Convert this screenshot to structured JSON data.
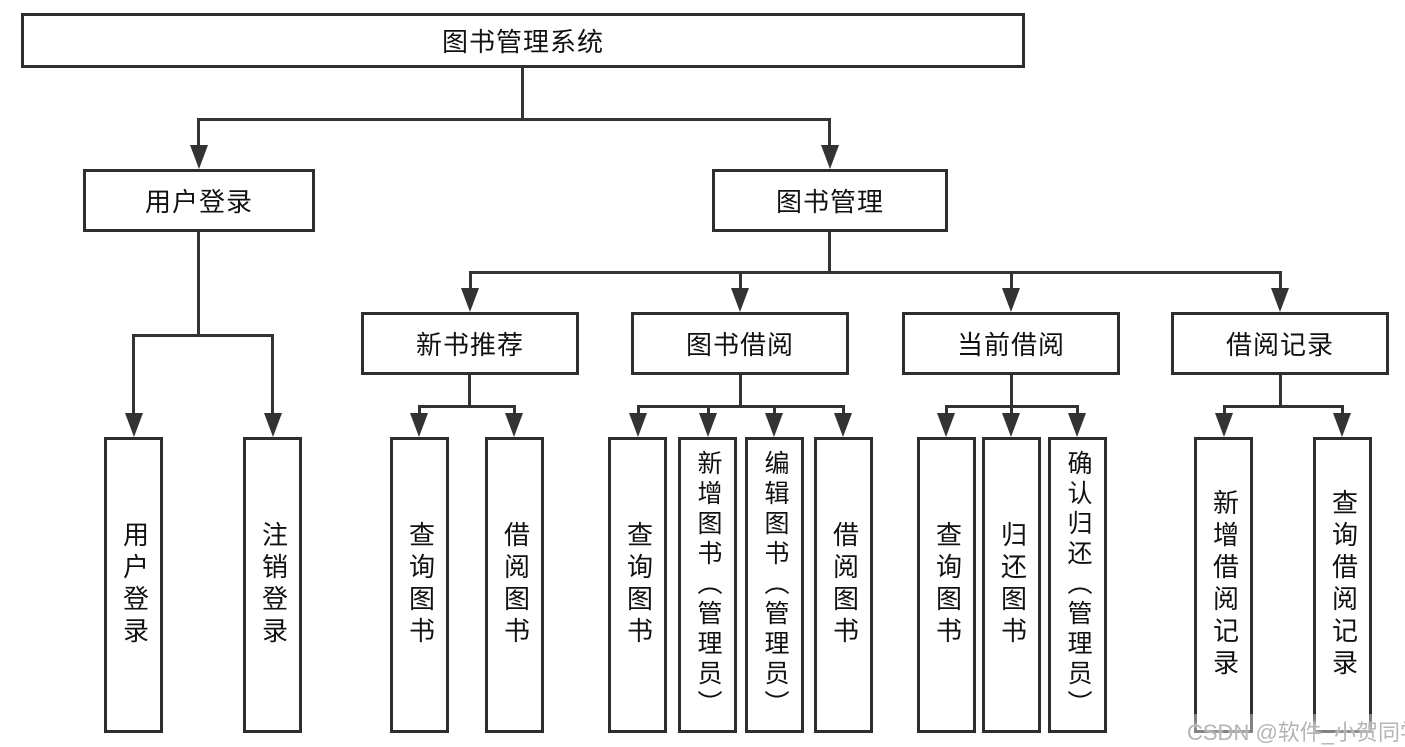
{
  "colors": {
    "line": "#333333",
    "box_border": "#2e2e2e",
    "text": "#111111",
    "background": "#ffffff",
    "watermark_text": "#b5b5b5"
  },
  "nodes": {
    "root": {
      "label": "图书管理系统"
    },
    "user_login": {
      "label": "用户登录"
    },
    "book_management": {
      "label": "图书管理"
    },
    "new_book_recommend": {
      "label": "新书推荐"
    },
    "book_borrow": {
      "label": "图书借阅"
    },
    "current_borrow": {
      "label": "当前借阅"
    },
    "borrow_records": {
      "label": "借阅记录"
    },
    "leaf_user_login": {
      "label": "用户登录"
    },
    "leaf_logout": {
      "label": "注销登录"
    },
    "leaf_query_books_1": {
      "label": "查询图书"
    },
    "leaf_borrow_books_1": {
      "label": "借阅图书"
    },
    "leaf_query_books_2": {
      "label": "查询图书"
    },
    "leaf_add_books_admin": {
      "label": "新增图书（管理员）"
    },
    "leaf_edit_books_admin": {
      "label": "编辑图书（管理员）"
    },
    "leaf_borrow_books_2": {
      "label": "借阅图书"
    },
    "leaf_query_books_3": {
      "label": "查询图书"
    },
    "leaf_return_books": {
      "label": "归还图书"
    },
    "leaf_confirm_return_admin": {
      "label": "确认归还（管理员）"
    },
    "leaf_add_borrow_record": {
      "label": "新增借阅记录"
    },
    "leaf_query_borrow_record": {
      "label": "查询借阅记录"
    }
  },
  "watermark": {
    "text": "CSDN @软件_小贺同学"
  }
}
